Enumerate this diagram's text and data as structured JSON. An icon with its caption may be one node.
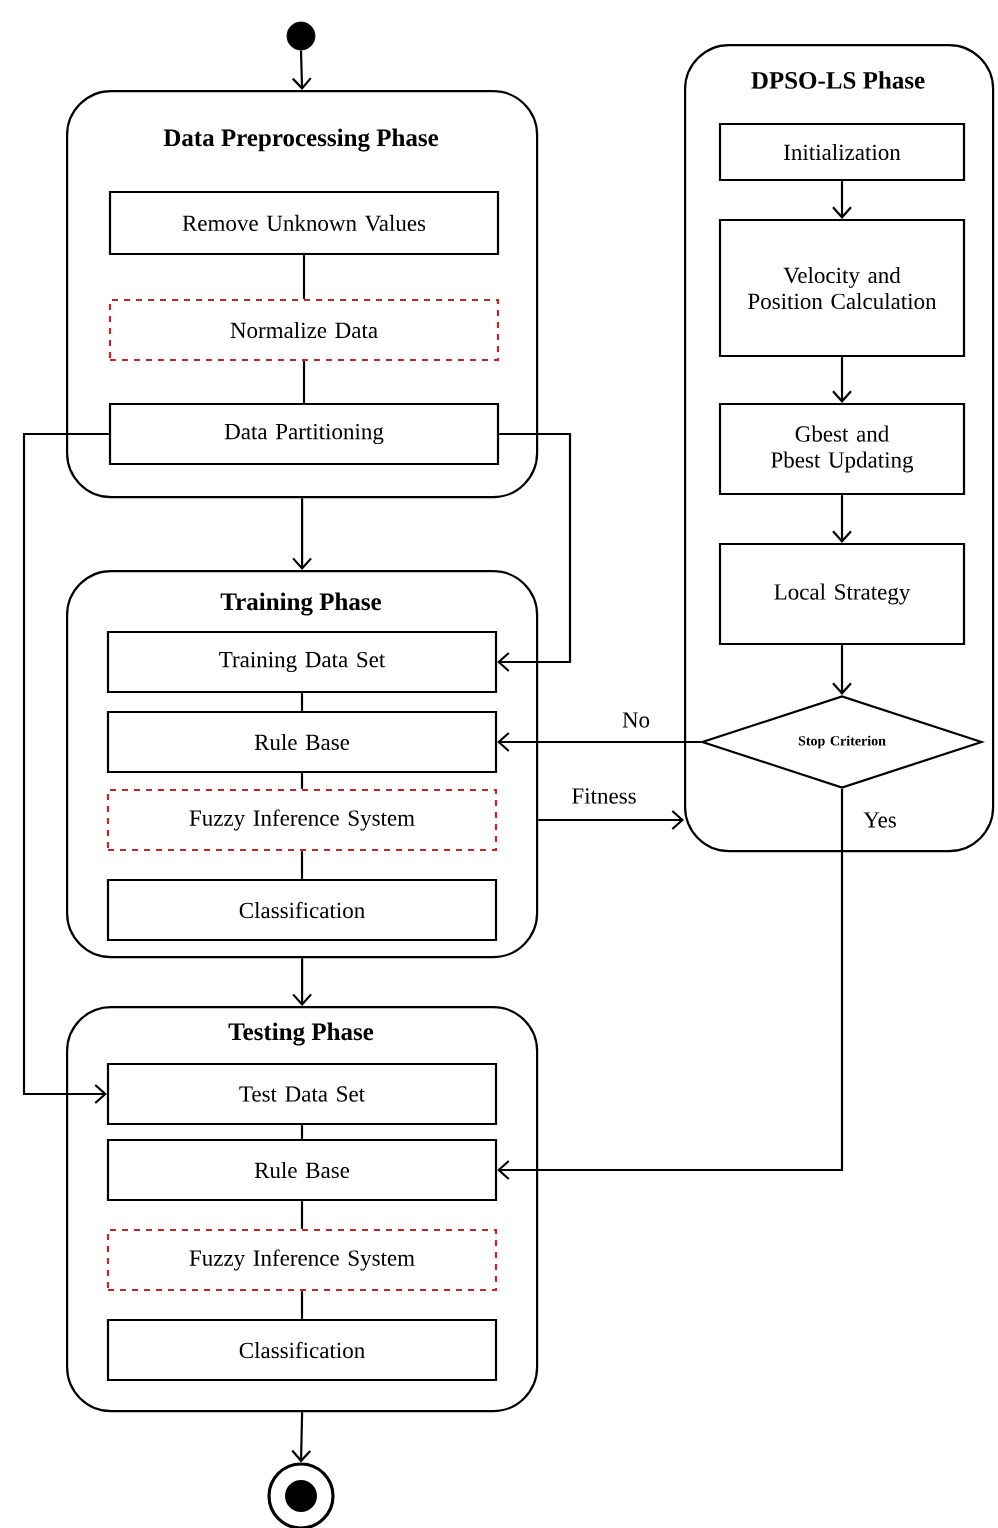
{
  "diagram": {
    "nodes": [
      {
        "text": [],
        "shape": "circle"
      },
      {
        "text": [
          "Data Preprocessing Phase"
        ]
      },
      {
        "text": [
          "Remove Unknown Values"
        ],
        "in": 1
      },
      {
        "text": [
          "Normalize Data"
        ],
        "in": 1
      },
      {
        "text": [
          "Data Partitioning"
        ],
        "in": 1
      },
      {
        "text": [
          "DPSO-LS Phase"
        ]
      },
      {
        "text": [
          "Initialization"
        ],
        "in": 5
      },
      {
        "text": [
          "Velocity and Position Calculation"
        ],
        "in": 5
      },
      {
        "text": [
          "Gbest and Pbest Updating"
        ],
        "in": 5
      },
      {
        "text": [
          "Local Strategy"
        ],
        "in": 5
      },
      {
        "text": [
          "Stop Criterion"
        ],
        "in": 5
      },
      {
        "text": [
          "Training Phase"
        ]
      },
      {
        "text": [
          "Training Data Set"
        ],
        "in": 11
      },
      {
        "text": [
          "Rule Base"
        ],
        "in": 11
      },
      {
        "text": [
          "Fuzzy Inference System"
        ],
        "in": 11
      },
      {
        "text": [
          "Classification"
        ],
        "in": 11
      },
      {
        "text": [
          "Testing Phase"
        ]
      },
      {
        "text": [
          "Test Data Set"
        ],
        "in": 16
      },
      {
        "text": [
          "Rule Base"
        ],
        "in": 16
      },
      {
        "text": [
          "Fuzzy Inference System"
        ],
        "in": 16
      },
      {
        "text": [
          "Classification"
        ],
        "in": 16
      },
      {
        "text": [],
        "shape": "bullseye"
      }
    ],
    "edges": [
      {
        "from": 0,
        "to": 1,
        "arrow": "to"
      },
      {
        "from": 2,
        "to": 3,
        "arrow": "none"
      },
      {
        "from": 3,
        "to": 4,
        "arrow": "none"
      },
      {
        "from": 1,
        "to": 11,
        "arrow": "to"
      },
      {
        "from": 4,
        "to": 12,
        "arrow": "to"
      },
      {
        "from": 4,
        "to": 17,
        "arrow": "to"
      },
      {
        "from": 12,
        "to": 13,
        "arrow": "none"
      },
      {
        "from": 13,
        "to": 14,
        "arrow": "none"
      },
      {
        "from": 14,
        "to": 15,
        "arrow": "none"
      },
      {
        "from": 11,
        "to": 16,
        "arrow": "to"
      },
      {
        "from": 17,
        "to": 18,
        "arrow": "none"
      },
      {
        "from": 18,
        "to": 19,
        "arrow": "none"
      },
      {
        "from": 19,
        "to": 20,
        "arrow": "none"
      },
      {
        "from": 16,
        "to": 21,
        "arrow": "to"
      },
      {
        "from": 6,
        "to": 7,
        "arrow": "to"
      },
      {
        "from": 7,
        "to": 8,
        "arrow": "to"
      },
      {
        "from": 8,
        "to": 9,
        "arrow": "to"
      },
      {
        "from": 9,
        "to": 10,
        "arrow": "to"
      },
      {
        "from": 10,
        "to": 13,
        "arrow": "to",
        "label": "No"
      },
      {
        "from": 10,
        "to": 18,
        "arrow": "to",
        "label": "Yes"
      },
      {
        "from": 11,
        "to": 5,
        "arrow": "to",
        "label": "Fitness"
      }
    ]
  }
}
